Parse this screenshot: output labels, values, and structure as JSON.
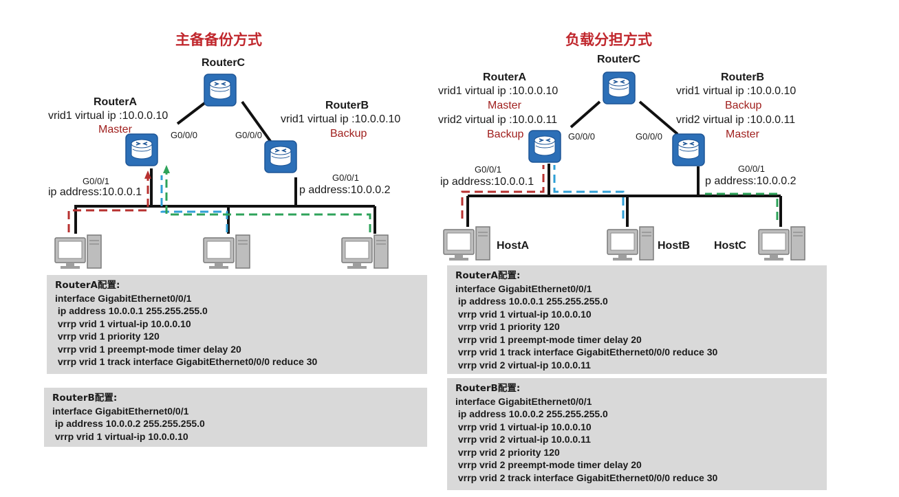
{
  "left": {
    "title": "主备备份方式",
    "routerC": "RouterC",
    "routerA": {
      "name": "RouterA",
      "vip": "vrid1 virtual ip :10.0.0.10",
      "role": "Master",
      "uplink": "G0/0/0",
      "downlink": "G0/0/1",
      "ip": "ip address:10.0.0.1"
    },
    "routerB": {
      "name": "RouterB",
      "vip": "vrid1 virtual ip :10.0.0.10",
      "role": "Backup",
      "uplink": "G0/0/0",
      "downlink": "G0/0/1",
      "ip": "p address:10.0.0.2"
    },
    "configA": [
      "RouterA配置:",
      "interface GigabitEthernet0/0/1",
      " ip address 10.0.0.1 255.255.255.0",
      " vrrp vrid 1 virtual-ip 10.0.0.10",
      " vrrp vrid 1 priority 120",
      " vrrp vrid 1 preempt-mode timer delay 20",
      " vrrp vrid 1 track interface GigabitEthernet0/0/0 reduce 30"
    ],
    "configB": [
      "RouterB配置:",
      "interface GigabitEthernet0/0/1",
      " ip address 10.0.0.2 255.255.255.0",
      " vrrp vrid 1 virtual-ip 10.0.0.10"
    ]
  },
  "right": {
    "title": "负载分担方式",
    "routerC": "RouterC",
    "routerA": {
      "name": "RouterA",
      "vip1": "vrid1 virtual ip :10.0.0.10",
      "role1": "Master",
      "vip2": "vrid2 virtual ip :10.0.0.11",
      "role2": "Backup",
      "uplink": "G0/0/0",
      "downlink": "G0/0/1",
      "ip": "ip address:10.0.0.1"
    },
    "routerB": {
      "name": "RouterB",
      "vip1": "vrid1 virtual ip :10.0.0.10",
      "role1": "Backup",
      "vip2": "vrid2 virtual ip :10.0.0.11",
      "role2": "Master",
      "uplink": "G0/0/0",
      "downlink": "G0/0/1",
      "ip": "p address:10.0.0.2"
    },
    "hosts": [
      "HostA",
      "HostB",
      "HostC"
    ],
    "configA": [
      "RouterA配置:",
      "interface GigabitEthernet0/0/1",
      " ip address 10.0.0.1 255.255.255.0",
      " vrrp vrid 1 virtual-ip 10.0.0.10",
      " vrrp vrid 1 priority 120",
      " vrrp vrid 1 preempt-mode timer delay 20",
      " vrrp vrid 1 track interface GigabitEthernet0/0/0 reduce 30",
      " vrrp vrid 2 virtual-ip 10.0.0.11"
    ],
    "configB": [
      "RouterB配置:",
      "interface GigabitEthernet0/0/1",
      " ip address 10.0.0.2 255.255.255.0",
      " vrrp vrid 1 virtual-ip 10.0.0.10",
      " vrrp vrid 2 virtual-ip 10.0.0.11",
      " vrrp vrid 2 priority 120",
      " vrrp vrid 2 preempt-mode timer delay 20",
      " vrrp vrid 2 track interface GigabitEthernet0/0/0 reduce 30"
    ]
  },
  "colors": {
    "title": "#c0272d",
    "router": "#2c6fb7",
    "path_red": "#b7302f",
    "path_blue": "#2f9fd6",
    "path_green": "#2ea35a",
    "config_bg": "#d9d9d9"
  }
}
